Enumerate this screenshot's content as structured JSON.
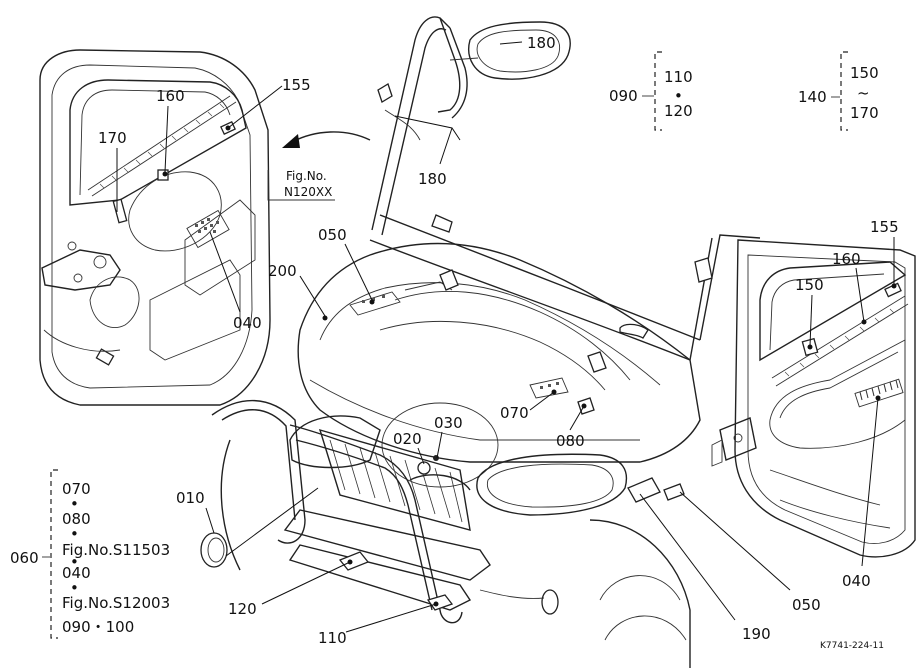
{
  "callouts": {
    "p010": "010",
    "p020": "020",
    "p030": "030",
    "p040a": "040",
    "p040b": "040",
    "p050a": "050",
    "p050b": "050",
    "p070": "070",
    "p080": "080",
    "p110": "110",
    "p120": "120",
    "p150": "150",
    "p155a": "155",
    "p155b": "155",
    "p160a": "160",
    "p160b": "160",
    "p170": "170",
    "p180a": "180",
    "p180b": "180",
    "p190": "190",
    "p200": "200"
  },
  "fig_ref": {
    "line1": "Fig.No.",
    "line2": "N120XX"
  },
  "group_090": {
    "parent": "090",
    "item1": "110",
    "sep": "•",
    "item2": "120"
  },
  "group_140": {
    "parent": "140",
    "item1": "150",
    "sep": "~",
    "item2": "170"
  },
  "group_060": {
    "parent": "060",
    "items": [
      "070",
      "080",
      "Fig.No.S11503",
      "040",
      "Fig.No.S12003",
      "090・100"
    ],
    "seps": [
      "•",
      "•",
      "•",
      "•"
    ]
  },
  "drawing_code": "K7741-224-11"
}
